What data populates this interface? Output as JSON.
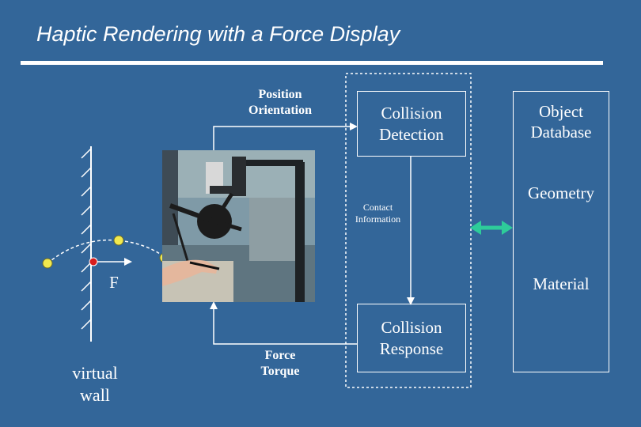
{
  "title": "Haptic Rendering with a Force Display",
  "labels": {
    "position_orientation": [
      "Position",
      "Orientation"
    ],
    "collision_detection": [
      "Collision",
      "Detection"
    ],
    "object_database": [
      "Object",
      "Database"
    ],
    "geometry": "Geometry",
    "contact_information": [
      "Contact",
      "Information"
    ],
    "material": "Material",
    "force_symbol": "F",
    "virtual_wall": [
      "virtual",
      "wall"
    ],
    "force_torque": [
      "Force",
      "Torque"
    ],
    "collision_response": [
      "Collision",
      "Response"
    ]
  },
  "colors": {
    "background": "#336699",
    "line": "#ffffff",
    "dot": "#f2e94e",
    "contact_point": "#d81e1e",
    "double_arrow": "#2ecc9a",
    "dashed_box": "#ffffff"
  }
}
